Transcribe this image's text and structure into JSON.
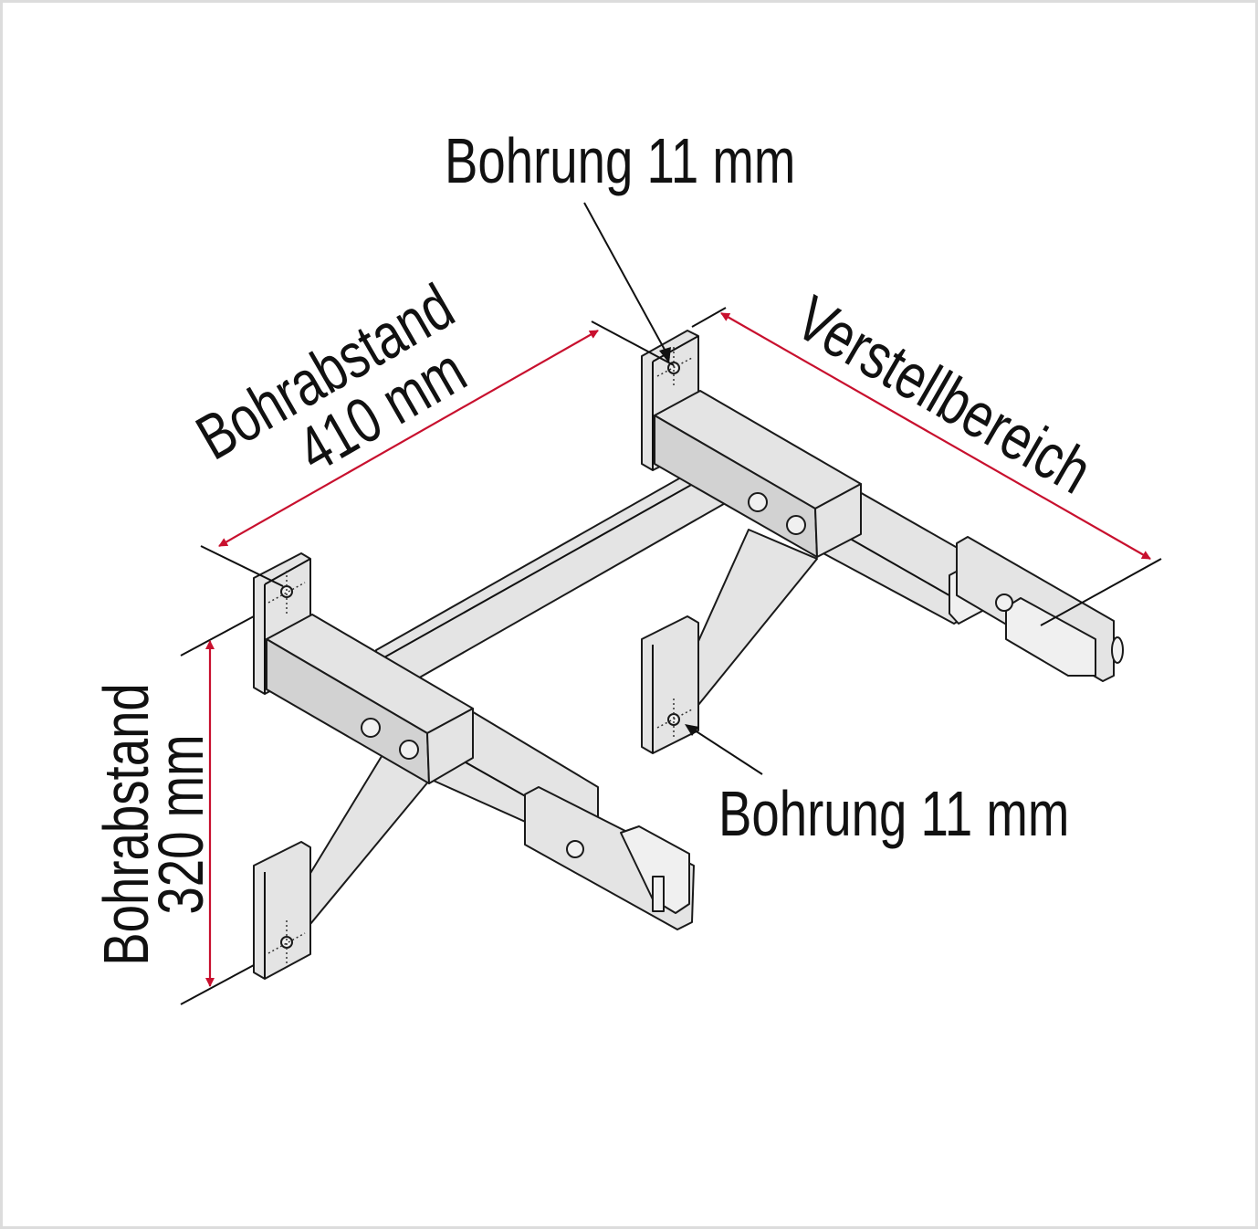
{
  "labels": {
    "top_hole": "Bohrung 11 mm",
    "bottom_hole": "Bohrung 11 mm",
    "horizontal_spacing_title": "Bohrabstand",
    "horizontal_spacing_value": "410 mm",
    "vertical_spacing_title": "Bohrabstand",
    "vertical_spacing_value": "320 mm",
    "adjustment_range": "Verstellbereich"
  },
  "colors": {
    "dimension": "#c8102e",
    "part": "#e4e4e4",
    "border": "#dcdcdc"
  }
}
